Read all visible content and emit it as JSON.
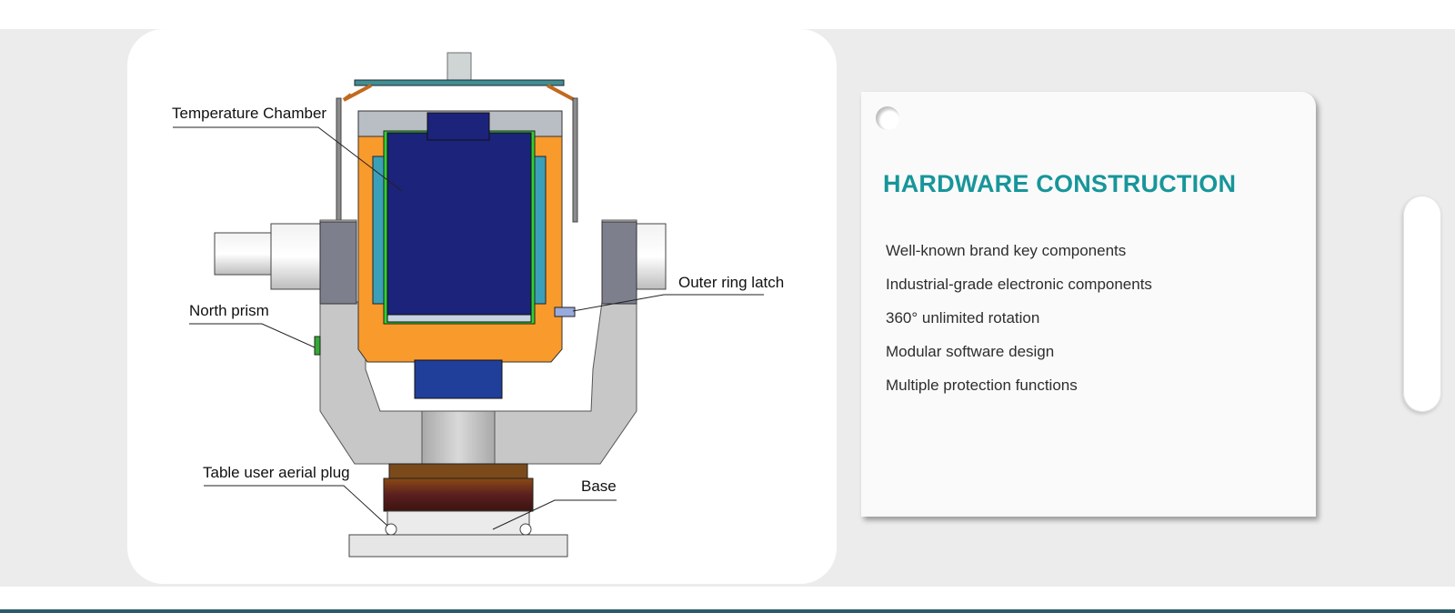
{
  "diagram": {
    "labels": {
      "temperature_chamber": "Temperature Chamber",
      "outer_ring_latch": "Outer ring latch",
      "north_prism": "North prism",
      "table_user_aerial_plug": "Table user aerial plug",
      "base": "Base"
    }
  },
  "info": {
    "heading": "HARDWARE CONSTRUCTION",
    "features": [
      "Well-known brand key components",
      "Industrial-grade electronic components",
      "360° unlimited rotation",
      "Modular software design",
      "Multiple protection functions"
    ]
  },
  "colors": {
    "accent": "#17969a",
    "chamber_orange": "#f89a2c",
    "chamber_blue": "#1c237a",
    "band_gray": "#ececec"
  }
}
